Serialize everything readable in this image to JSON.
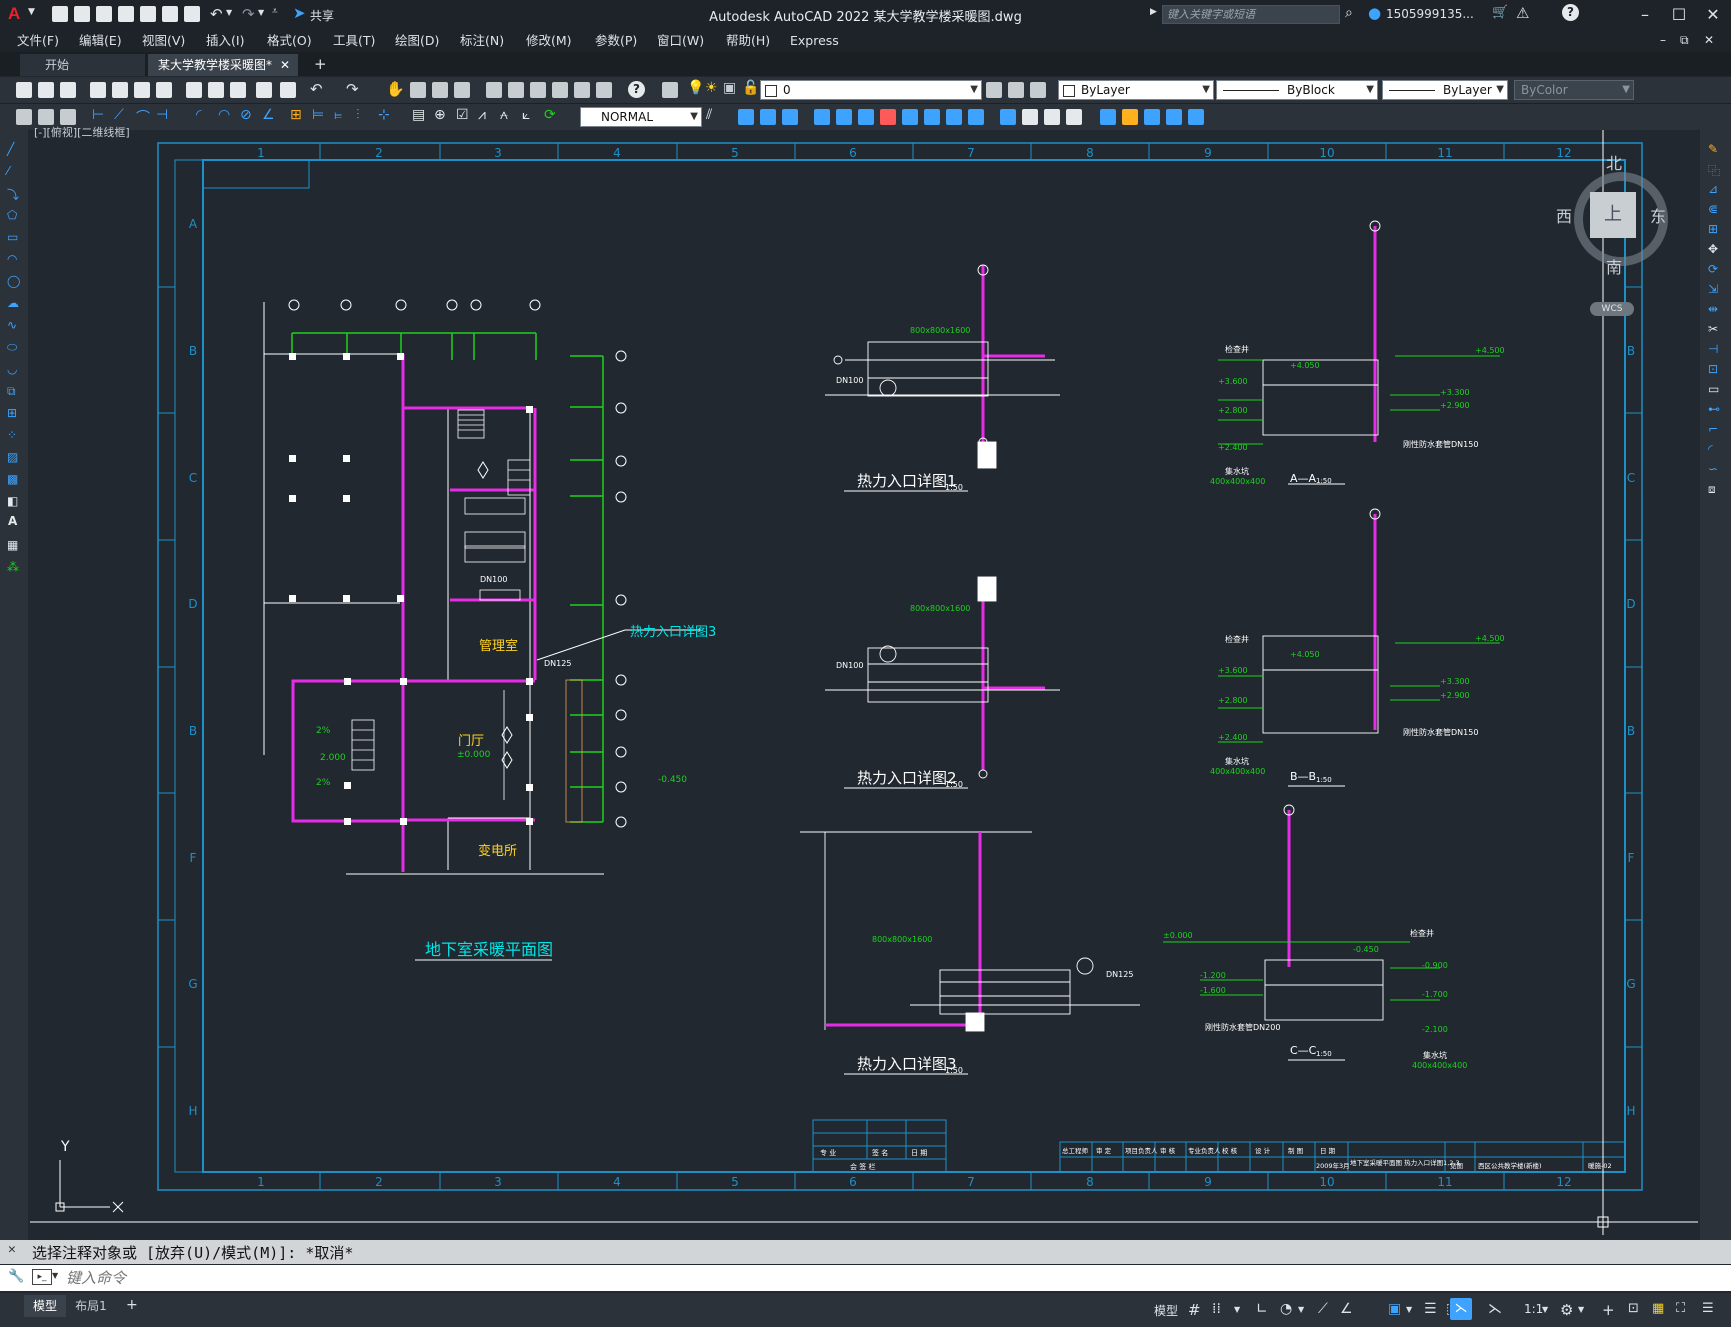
{
  "app": {
    "title": "Autodesk AutoCAD 2022    某大学教学楼采暖图.dwg",
    "share_label": "共享",
    "search_placeholder": "键入关键字或短语",
    "user_name": "1505999135...",
    "logo_letter": "A"
  },
  "menu": [
    "文件(F)",
    "编辑(E)",
    "视图(V)",
    "插入(I)",
    "格式(O)",
    "工具(T)",
    "绘图(D)",
    "标注(N)",
    "修改(M)",
    "参数(P)",
    "窗口(W)",
    "帮助(H)",
    "Express"
  ],
  "tabs": {
    "start": "开始",
    "active": "某大学教学楼采暖图*",
    "add": "+"
  },
  "toolbar": {
    "layer_value": "0",
    "color_value": "ByLayer",
    "linetype_value": "ByBlock",
    "lineweight_value": "ByLayer",
    "plotstyle_value": "ByColor",
    "textstyle_value": "NORMAL"
  },
  "viewport_label": "[-][俯视][二维线框]",
  "viewcube": {
    "north": "北",
    "south": "南",
    "east": "东",
    "west": "西",
    "face": "上",
    "wcs": "WCS"
  },
  "ucs": {
    "x": "X",
    "y": "Y"
  },
  "border": {
    "col_numbers": [
      "1",
      "2",
      "3",
      "4",
      "5",
      "6",
      "7",
      "8",
      "9",
      "10",
      "11",
      "12"
    ],
    "row_letters": [
      "A",
      "B",
      "C",
      "D",
      "B",
      "F",
      "G",
      "H"
    ]
  },
  "drawing": {
    "plan_title": "地下室采暖平面图",
    "plan_labels": {
      "mgmt": "管理室",
      "lobby": "门厅",
      "lobby_elev": "±0.000",
      "substation": "变电所",
      "detail_ref": "热力入口详图3",
      "dn125": "DN125",
      "elev_neg": "-0.450",
      "elev_2000": "2.000"
    },
    "detail1_title": "热力入口详图1",
    "detail2_title": "热力入口详图2",
    "detail3_title": "热力入口详图3",
    "scale_150": "1:50",
    "detail_size": "800x800x1600",
    "dn100": "DN100",
    "sec_a_title": "A—A",
    "sec_b_title": "B—B",
    "sec_c_title": "C—C",
    "sec_labels": {
      "well": "检查井",
      "drain": "集水坑",
      "pit_size": "400x400x400",
      "sleeve": "刚性防水套管DN150",
      "sleeve_c": "刚性防水套管DN200",
      "e4500": "+4.500",
      "e4050": "+4.050",
      "e3600": "+3.600",
      "e3300": "+3.300",
      "e2900": "+2.900",
      "e2800": "+2.800",
      "e2400": "+2.400",
      "e0000": "±0.000",
      "en450": "-0.450",
      "en900": "-0.900",
      "en1200": "-1.200",
      "en1600": "-1.600",
      "en1700": "-1.700",
      "en2100": "-2.100"
    },
    "titleblock": {
      "sign_rows": [
        "专 业",
        "签 名",
        "日 期"
      ],
      "footer": "会 签 栏",
      "project": "西区公共教学楼(新楼)",
      "drawing_name": "地下室采暖平面图 热力入口详图1,2,3",
      "date": "2009年3月",
      "code": "暖施-02",
      "scale": "见图",
      "headers": [
        "总工程师",
        "审 定",
        "项目负责人",
        "审 核",
        "专业负责人",
        "校 核",
        "设 计",
        "制 图",
        "日 期"
      ]
    }
  },
  "command": {
    "history": "选择注释对象或 [放弃(U)/模式(M)]: *取消*",
    "placeholder": "键入命令"
  },
  "status": {
    "model_tab": "模型",
    "layout_tab": "布局1",
    "add_tab": "+",
    "model_button": "模型",
    "scale": "1:1"
  },
  "colors": {
    "bg": "#212830",
    "frame": "#1e90c8",
    "magenta": "#e62ce6",
    "green": "#1ed21e",
    "cyan": "#00e6e6",
    "white": "#ffffff"
  }
}
